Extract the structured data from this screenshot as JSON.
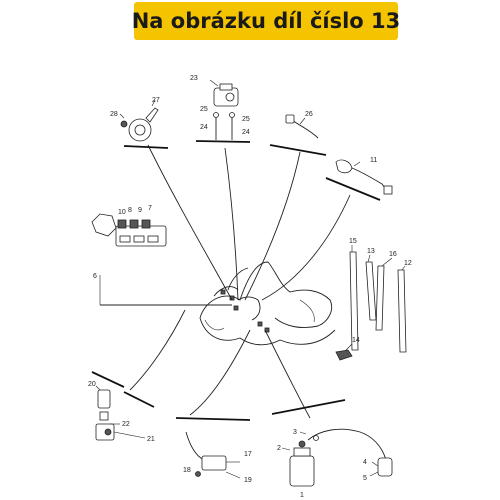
{
  "banner": {
    "text": "Na obrázku díl číslo 13",
    "color": "#f5c400"
  },
  "callouts": {
    "n1": "1",
    "n2": "2",
    "n3": "3",
    "n4": "4",
    "n5": "5",
    "n6": "6",
    "n7": "7",
    "n8": "8",
    "n9": "9",
    "n10": "10",
    "n11": "11",
    "n12": "12",
    "n13": "13",
    "n14": "14",
    "n15": "15",
    "n16": "16",
    "n17": "17",
    "n18": "18",
    "n19": "19",
    "n20": "20",
    "n21": "21",
    "n22": "22",
    "n23": "23",
    "n24a": "24",
    "n24b": "24",
    "n25a": "25",
    "n25b": "25",
    "n26": "26",
    "n27": "27",
    "n28": "28"
  }
}
